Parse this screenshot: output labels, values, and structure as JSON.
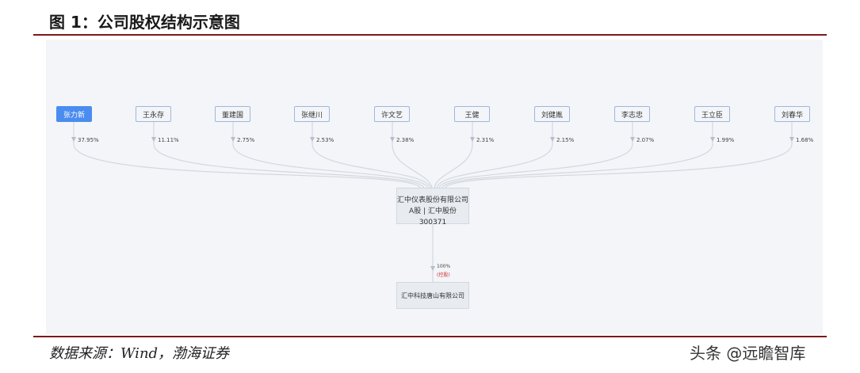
{
  "figure_title": "图 1：公司股权结构示意图",
  "shareholders": [
    {
      "name": "张力新",
      "percent": "37.95%",
      "primary": true
    },
    {
      "name": "王永存",
      "percent": "11.11%"
    },
    {
      "name": "董建国",
      "percent": "2.75%"
    },
    {
      "name": "张继川",
      "percent": "2.53%"
    },
    {
      "name": "许文艺",
      "percent": "2.38%"
    },
    {
      "name": "王健",
      "percent": "2.31%"
    },
    {
      "name": "刘健胤",
      "percent": "2.15%"
    },
    {
      "name": "李志忠",
      "percent": "2.07%"
    },
    {
      "name": "王立臣",
      "percent": "1.99%"
    },
    {
      "name": "刘春华",
      "percent": "1.68%"
    }
  ],
  "company": {
    "name": "汇中仪表股份有限公司",
    "listing": "A股 | 汇中股份 300371"
  },
  "subsidiary": {
    "name": "汇中科技唐山有限公司",
    "percent": "100%",
    "note": "(控股)"
  },
  "source": "数据来源：Wind，渤海证券",
  "watermark": "头条 @远瞻智库",
  "colors": {
    "accent": "#4a8cef",
    "rule": "#7b1a1a",
    "note": "#d03030"
  }
}
